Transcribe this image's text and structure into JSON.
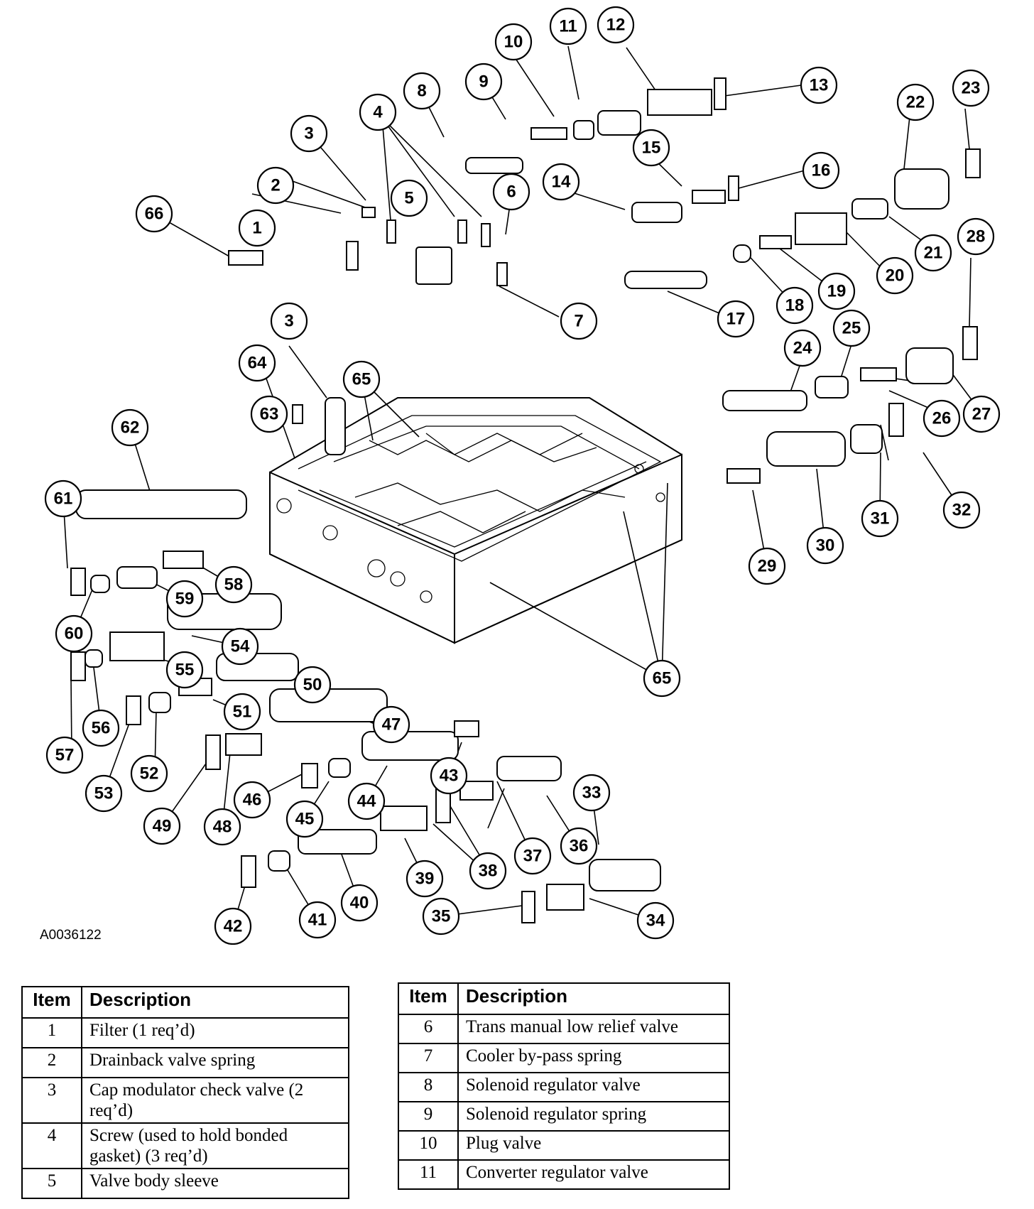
{
  "figure_id": "A0036122",
  "callouts": [
    "1",
    "2",
    "3",
    "4",
    "5",
    "6",
    "7",
    "8",
    "9",
    "10",
    "11",
    "12",
    "13",
    "14",
    "15",
    "16",
    "17",
    "18",
    "19",
    "20",
    "21",
    "22",
    "23",
    "24",
    "25",
    "26",
    "27",
    "28",
    "29",
    "30",
    "31",
    "32",
    "33",
    "34",
    "35",
    "36",
    "37",
    "38",
    "39",
    "40",
    "41",
    "42",
    "43",
    "44",
    "45",
    "46",
    "47",
    "48",
    "49",
    "50",
    "51",
    "52",
    "53",
    "54",
    "55",
    "56",
    "57",
    "58",
    "59",
    "60",
    "61",
    "62",
    "63",
    "64",
    "65",
    "66"
  ],
  "tables": [
    {
      "header": {
        "item": "Item",
        "description": "Description"
      },
      "rows": [
        {
          "item": "1",
          "description": "Filter (1 req’d)"
        },
        {
          "item": "2",
          "description": "Drainback valve spring"
        },
        {
          "item": "3",
          "description": "Cap modulator check valve (2 req’d)"
        },
        {
          "item": "4",
          "description": "Screw (used to hold bonded gasket) (3 req’d)"
        },
        {
          "item": "5",
          "description": "Valve body sleeve"
        }
      ]
    },
    {
      "header": {
        "item": "Item",
        "description": "Description"
      },
      "rows": [
        {
          "item": "6",
          "description": "Trans manual low relief valve"
        },
        {
          "item": "7",
          "description": "Cooler by-pass spring"
        },
        {
          "item": "8",
          "description": "Solenoid regulator valve"
        },
        {
          "item": "9",
          "description": "Solenoid regulator spring"
        },
        {
          "item": "10",
          "description": "Plug valve"
        },
        {
          "item": "11",
          "description": "Converter regulator valve"
        }
      ]
    }
  ]
}
